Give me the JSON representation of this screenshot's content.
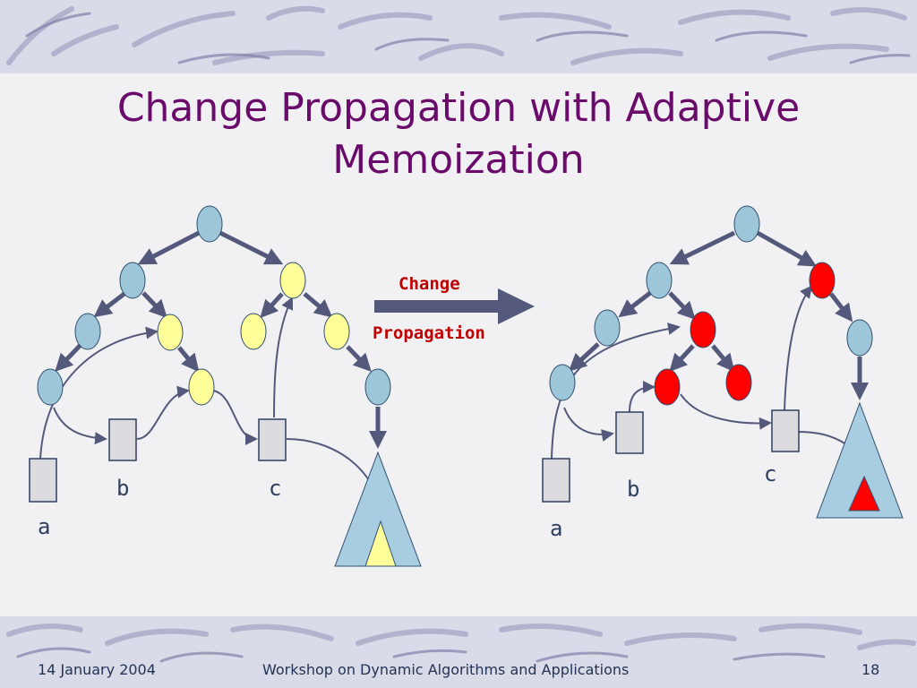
{
  "slide": {
    "title_line1": "Change Propagation with Adaptive",
    "title_line2": "Memoization",
    "arrow_label_line1": "Change",
    "arrow_label_line2": "Propagation",
    "colors": {
      "title": "#6a0a6a",
      "node": "#9ec6d9",
      "node_outline": "#2f4f70",
      "highlight_yellow": "#ffff99",
      "highlight_red": "#ff0000",
      "arrow": "#54587a",
      "box_fill": "#dcdce0",
      "box_stroke": "#2f3f5f",
      "triangle": "#a9cde0"
    }
  },
  "left_tree": {
    "labels": {
      "a": "a",
      "b": "b",
      "c": "c"
    }
  },
  "right_tree": {
    "labels": {
      "a": "a",
      "b": "b",
      "c": "c"
    }
  },
  "footer": {
    "date": "14 January 2004",
    "event": "Workshop on Dynamic Algorithms and Applications",
    "page": "18"
  }
}
